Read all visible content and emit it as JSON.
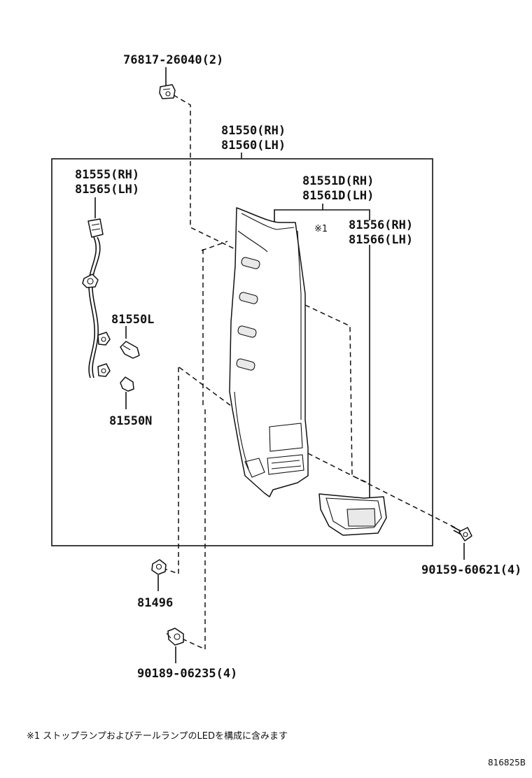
{
  "parts": {
    "clip_top": "76817-26040(2)",
    "lamp_assy_rh": "81550(RH)",
    "lamp_assy_lh": "81560(LH)",
    "socket_rh": "81555(RH)",
    "socket_lh": "81565(LH)",
    "lens_rh": "81551D(RH)",
    "lens_lh": "81561D(LH)",
    "lens_note": "※1",
    "reflector_rh": "81556(RH)",
    "reflector_lh": "81566(LH)",
    "bulb_l": "81550L",
    "bulb_n": "81550N",
    "nut": "81496",
    "screw_right": "90159-60621(4)",
    "screw_bottom": "90189-06235(4)"
  },
  "footnote": "※1 ストップランプおよびテールランプのLEDを構成に含みます",
  "drawing_code": "816825B"
}
